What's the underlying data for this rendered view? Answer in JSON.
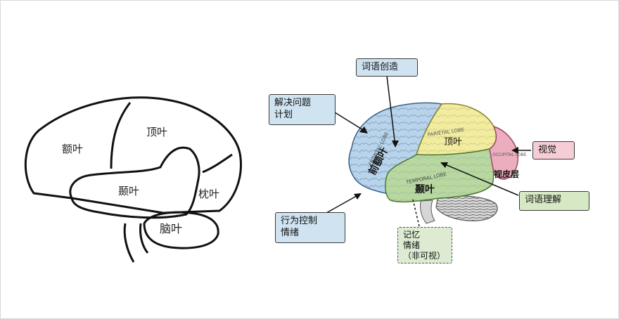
{
  "left_diagram": {
    "lobes": {
      "frontal": "额叶",
      "parietal": "顶叶",
      "temporal": "颞叶",
      "occipital": "枕叶",
      "cerebellum": "脑叶"
    }
  },
  "right_diagram": {
    "lobes": {
      "frontal": "前额叶",
      "parietal": "顶叶",
      "temporal": "颞叶",
      "occipital": "视皮层"
    },
    "lobe_latin": {
      "frontal": "FRONTAL LOBE",
      "parietal": "PARIETAL LOBE",
      "temporal": "TEMPORAL LOBE",
      "occipital": "OCCIPITAL LOBE"
    },
    "callouts": {
      "word_creation": "词语创造",
      "problem_planning": "解决问题\n计划",
      "behavior_emotion": "行为控制\n情绪",
      "memory_emotion": "记忆\n情绪\n（非可视）",
      "vision": "视觉",
      "word_understanding": "词语理解"
    },
    "colors": {
      "frontal": "#b9d3ea",
      "parietal": "#f3ec9c",
      "temporal": "#b9d8a0",
      "occipital": "#ecaebe",
      "cerebellum": "#d7d7d7"
    }
  }
}
